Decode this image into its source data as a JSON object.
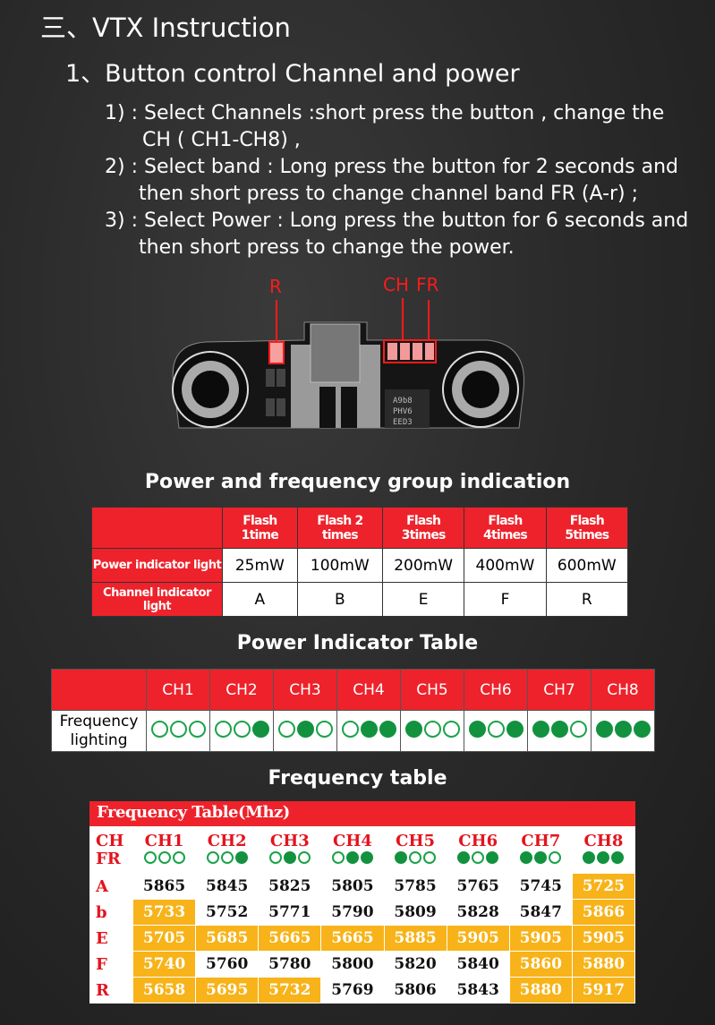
{
  "heading": "三、VTX Instruction",
  "subheading": "1、Button control Channel and power",
  "steps": [
    {
      "line1": "1) : Select Channels :short press the button , change the",
      "line2": "CH ( CH1-CH8) ,"
    },
    {
      "line1": "2) : Select band : Long press the button for 2 seconds and",
      "line2": "then short press to change channel band FR (A-r) ;"
    },
    {
      "line1": "3) : Select Power : Long press the button for 6 seconds and",
      "line2": "then short press to change the power."
    }
  ],
  "board": {
    "label_r": "R",
    "label_ch": "CH",
    "label_fr": "FR",
    "chip_text": [
      "A9b8",
      "PHV6",
      "EED3"
    ],
    "accent": "#ff1a1a"
  },
  "power_freq": {
    "title": "Power and frequency group indication",
    "headers": [
      "",
      "Flash 1time",
      "Flash 2 times",
      "Flash 3times",
      "Flash 4times",
      "Flash 5times"
    ],
    "rows": [
      {
        "label": "Power indicator light",
        "values": [
          "25mW",
          "100mW",
          "200mW",
          "400mW",
          "600mW"
        ]
      },
      {
        "label": "Channel indicator light",
        "values": [
          "A",
          "B",
          "E",
          "F",
          "R"
        ]
      }
    ]
  },
  "power_indicator": {
    "title": "Power Indicator Table",
    "headers": [
      "CH1",
      "CH2",
      "CH3",
      "CH4",
      "CH5",
      "CH6",
      "CH7",
      "CH8"
    ],
    "row_label": "Frequency lighting",
    "patterns": [
      "000",
      "001",
      "010",
      "011",
      "100",
      "101",
      "110",
      "111"
    ]
  },
  "frequency_table": {
    "title_section": "Frequency table",
    "title": "Frequency  Table(Mhz)",
    "corner": [
      "CH",
      "FR"
    ],
    "channels": [
      "CH1",
      "CH2",
      "CH3",
      "CH4",
      "CH5",
      "CH6",
      "CH7",
      "CH8"
    ],
    "patterns": [
      "000",
      "001",
      "010",
      "011",
      "100",
      "101",
      "110",
      "111"
    ],
    "rows": [
      {
        "band": "A",
        "values": [
          "5865",
          "5845",
          "5825",
          "5805",
          "5785",
          "5765",
          "5745",
          "5725"
        ],
        "highlight": [
          0,
          0,
          0,
          0,
          0,
          0,
          0,
          1
        ]
      },
      {
        "band": "b",
        "values": [
          "5733",
          "5752",
          "5771",
          "5790",
          "5809",
          "5828",
          "5847",
          "5866"
        ],
        "highlight": [
          1,
          0,
          0,
          0,
          0,
          0,
          0,
          1
        ]
      },
      {
        "band": "E",
        "values": [
          "5705",
          "5685",
          "5665",
          "5665",
          "5885",
          "5905",
          "5905",
          "5905"
        ],
        "highlight": [
          1,
          1,
          1,
          1,
          1,
          1,
          1,
          1
        ]
      },
      {
        "band": "F",
        "values": [
          "5740",
          "5760",
          "5780",
          "5800",
          "5820",
          "5840",
          "5860",
          "5880"
        ],
        "highlight": [
          1,
          0,
          0,
          0,
          0,
          0,
          1,
          1
        ]
      },
      {
        "band": "R",
        "values": [
          "5658",
          "5695",
          "5732",
          "5769",
          "5806",
          "5843",
          "5880",
          "5917"
        ],
        "highlight": [
          1,
          1,
          1,
          0,
          0,
          0,
          1,
          1
        ]
      }
    ],
    "highlight_color": "#f7b319"
  }
}
